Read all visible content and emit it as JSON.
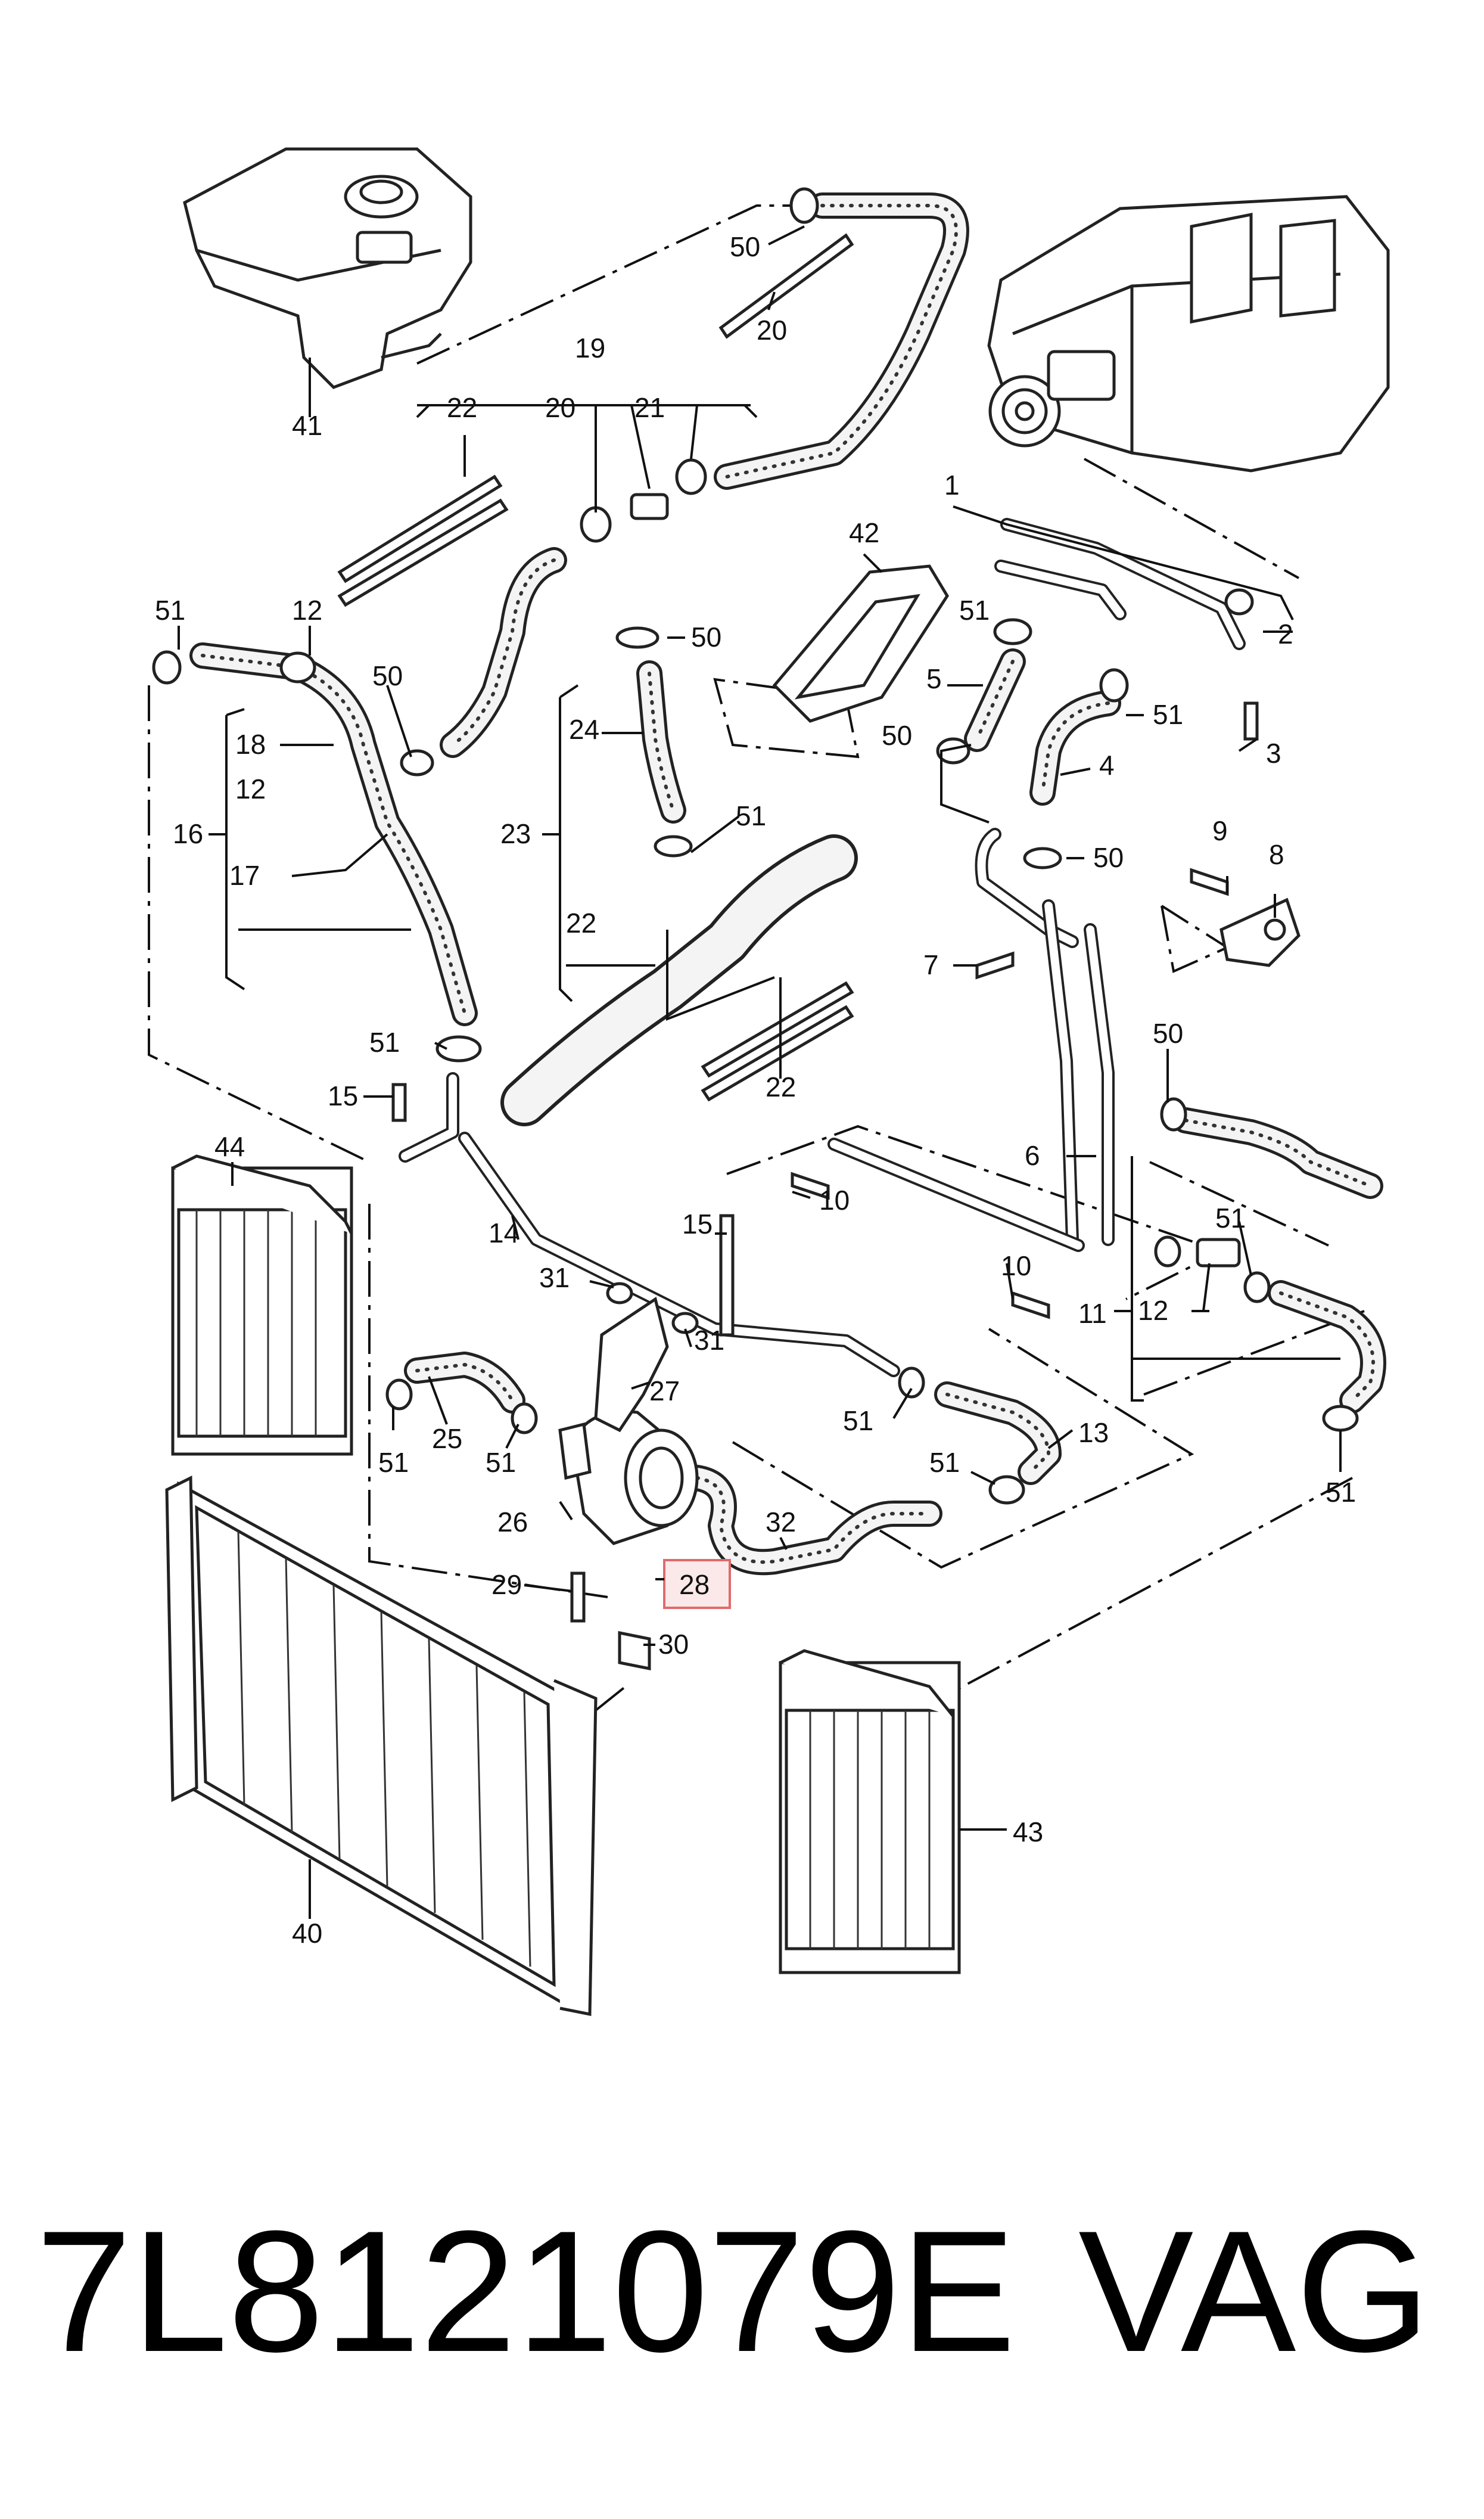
{
  "diagram": {
    "labels": [
      {
        "id": "41",
        "text": "41"
      },
      {
        "id": "50a",
        "text": "50"
      },
      {
        "id": "20a",
        "text": "20"
      },
      {
        "id": "19",
        "text": "19"
      },
      {
        "id": "22a",
        "text": "22"
      },
      {
        "id": "20b",
        "text": "20"
      },
      {
        "id": "21",
        "text": "21"
      },
      {
        "id": "42",
        "text": "42"
      },
      {
        "id": "1",
        "text": "1"
      },
      {
        "id": "2",
        "text": "2"
      },
      {
        "id": "3",
        "text": "3"
      },
      {
        "id": "51a",
        "text": "51"
      },
      {
        "id": "12a",
        "text": "12"
      },
      {
        "id": "50b",
        "text": "50"
      },
      {
        "id": "50c",
        "text": "50"
      },
      {
        "id": "51b",
        "text": "51"
      },
      {
        "id": "5",
        "text": "5"
      },
      {
        "id": "51c",
        "text": "51"
      },
      {
        "id": "18",
        "text": "18"
      },
      {
        "id": "12b",
        "text": "12"
      },
      {
        "id": "24",
        "text": "24"
      },
      {
        "id": "50d",
        "text": "50"
      },
      {
        "id": "4",
        "text": "4"
      },
      {
        "id": "16",
        "text": "16"
      },
      {
        "id": "23",
        "text": "23"
      },
      {
        "id": "51d",
        "text": "51"
      },
      {
        "id": "17",
        "text": "17"
      },
      {
        "id": "50e",
        "text": "50"
      },
      {
        "id": "9",
        "text": "9"
      },
      {
        "id": "8",
        "text": "8"
      },
      {
        "id": "22b",
        "text": "22"
      },
      {
        "id": "7",
        "text": "7"
      },
      {
        "id": "51e",
        "text": "51"
      },
      {
        "id": "22c",
        "text": "22"
      },
      {
        "id": "50f",
        "text": "50"
      },
      {
        "id": "15a",
        "text": "15"
      },
      {
        "id": "44",
        "text": "44"
      },
      {
        "id": "10a",
        "text": "10"
      },
      {
        "id": "6",
        "text": "6"
      },
      {
        "id": "14",
        "text": "14"
      },
      {
        "id": "15b",
        "text": "15"
      },
      {
        "id": "51f",
        "text": "51"
      },
      {
        "id": "31a",
        "text": "31"
      },
      {
        "id": "10b",
        "text": "10"
      },
      {
        "id": "12c",
        "text": "12"
      },
      {
        "id": "11",
        "text": "11"
      },
      {
        "id": "31b",
        "text": "31"
      },
      {
        "id": "27",
        "text": "27"
      },
      {
        "id": "25",
        "text": "25"
      },
      {
        "id": "51g",
        "text": "51"
      },
      {
        "id": "13",
        "text": "13"
      },
      {
        "id": "51h",
        "text": "51"
      },
      {
        "id": "51i",
        "text": "51"
      },
      {
        "id": "51j",
        "text": "51"
      },
      {
        "id": "51k",
        "text": "51"
      },
      {
        "id": "26",
        "text": "26"
      },
      {
        "id": "32",
        "text": "32"
      },
      {
        "id": "28",
        "text": "28"
      },
      {
        "id": "29",
        "text": "29"
      },
      {
        "id": "30",
        "text": "30"
      },
      {
        "id": "43",
        "text": "43"
      },
      {
        "id": "40",
        "text": "40"
      }
    ],
    "highlight_color": "#e06a6a",
    "highlight_fill": "#fbe9e9"
  },
  "footer": {
    "part_number": "7L8121079E",
    "brand": "VAG"
  }
}
